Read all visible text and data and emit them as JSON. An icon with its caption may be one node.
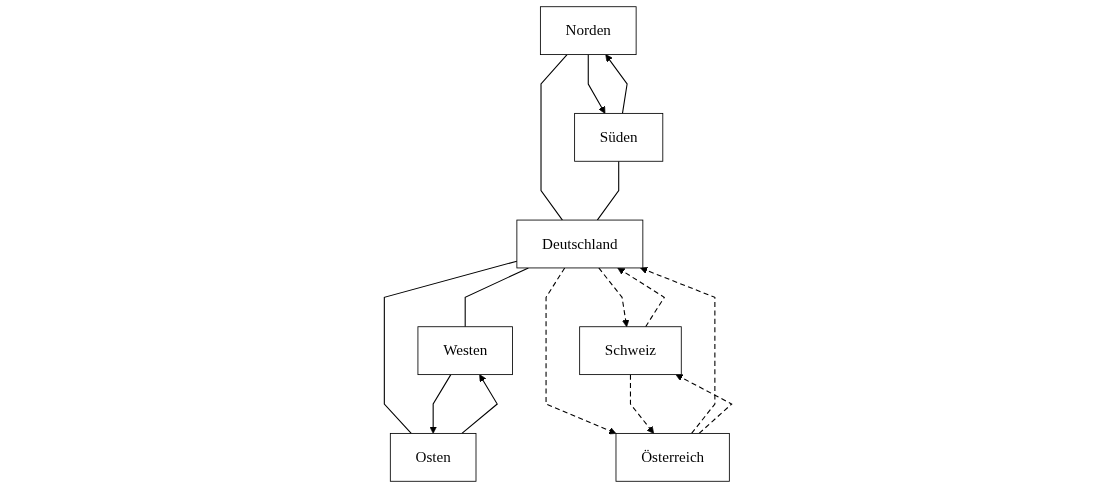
{
  "diagram": {
    "nodes": [
      {
        "text": [
          "Norden"
        ]
      },
      {
        "text": [
          "Süden"
        ]
      },
      {
        "text": [
          "Deutschland"
        ]
      },
      {
        "text": [
          "Westen"
        ]
      },
      {
        "text": [
          "Osten"
        ]
      },
      {
        "text": [
          "Schweiz"
        ]
      },
      {
        "text": [
          "Österreich"
        ]
      }
    ],
    "edges": [
      {
        "from": 0,
        "to": 1,
        "arrow": "to"
      },
      {
        "from": 1,
        "to": 0,
        "arrow": "to"
      },
      {
        "from": 0,
        "to": 2,
        "arrow": "none"
      },
      {
        "from": 1,
        "to": 2,
        "arrow": "none"
      },
      {
        "from": 2,
        "to": 3,
        "arrow": "none"
      },
      {
        "from": 2,
        "to": 4,
        "arrow": "none"
      },
      {
        "from": 3,
        "to": 4,
        "arrow": "to"
      },
      {
        "from": 4,
        "to": 3,
        "arrow": "to"
      },
      {
        "from": 5,
        "to": 2,
        "arrow": "to",
        "style": "dashed"
      },
      {
        "from": 2,
        "to": 5,
        "arrow": "to",
        "style": "dashed"
      },
      {
        "from": 6,
        "to": 2,
        "arrow": "to",
        "style": "dashed"
      },
      {
        "from": 2,
        "to": 6,
        "arrow": "to",
        "style": "dashed"
      },
      {
        "from": 5,
        "to": 6,
        "arrow": "to",
        "style": "dashed"
      },
      {
        "from": 6,
        "to": 5,
        "arrow": "to",
        "style": "dashed"
      }
    ]
  }
}
